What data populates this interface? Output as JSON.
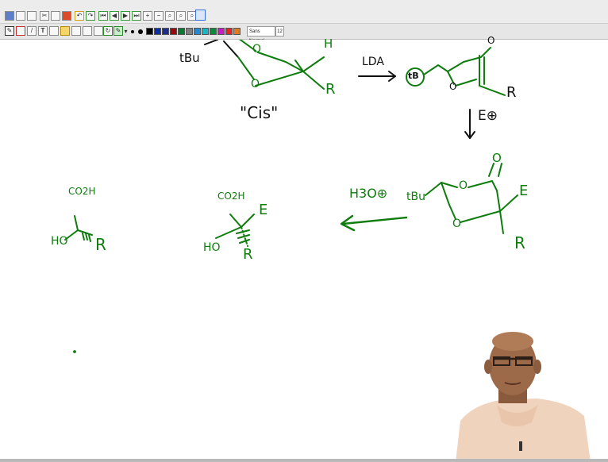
{
  "toolbar": {
    "font_name": "Sans Normal",
    "font_size": "12",
    "text_tool": "T",
    "colors": [
      "#000000",
      "#0b2fa0",
      "#1e2e8c",
      "#9a0a0a",
      "#0a7a30",
      "#7f7f7f",
      "#1f8ad6",
      "#16b8c8",
      "#0a8a3a",
      "#c91bc9",
      "#e02828",
      "#e07b1f",
      "#f0e63a",
      "#f6f6a8",
      "#0a6a1a"
    ]
  },
  "drawing": {
    "top_left_group": "tBu",
    "top_ring_O_upper": "O",
    "top_ring_O_lower": "O",
    "top_H": "H",
    "top_R": "R",
    "cis_label": "\"Cis\"",
    "reagent_top": "LDA",
    "enolate_circled": "tB",
    "enolate_O_lower": "O",
    "enolate_O_upper": "O",
    "enolate_R": "R",
    "electrophile": "E⊕",
    "right_ring_tBu": "tBu",
    "right_ring_O_upper": "O",
    "right_ring_O_lower": "O",
    "right_ring_carbonyl_O": "O",
    "right_ring_E": "E",
    "right_ring_R": "R",
    "hydrolysis_reagent": "H3O⊕",
    "middle_CO2H": "CO2H",
    "middle_HO": "HO",
    "middle_E": "E",
    "middle_R": "R",
    "left_CO2H": "CO2H",
    "left_HO": "HO",
    "left_R": "R"
  },
  "colors": {
    "ink_green": "#0e7d0e",
    "ink_black": "#111111",
    "toolbar_bg": "#ececec"
  }
}
